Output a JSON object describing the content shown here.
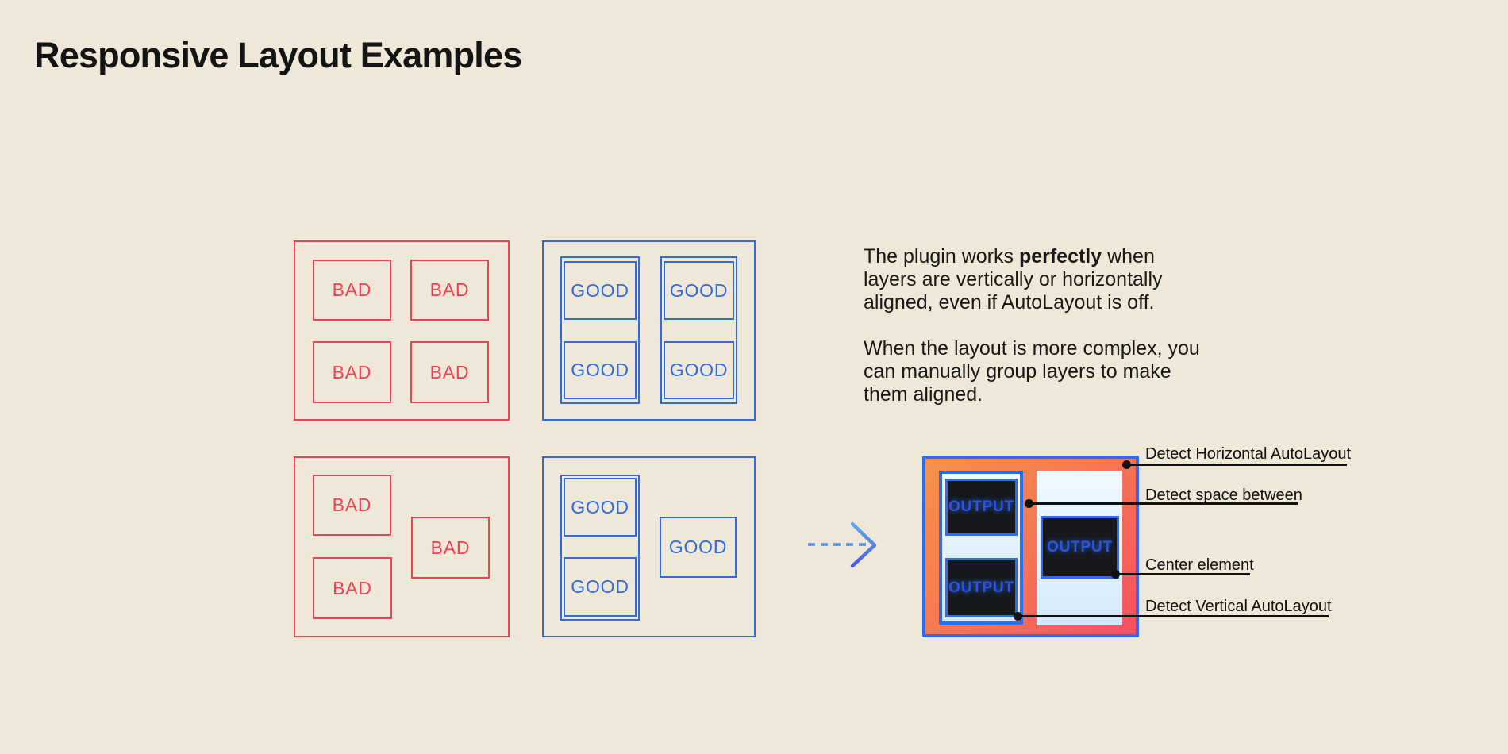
{
  "title": "Responsive Layout Examples",
  "examples": {
    "bad_label": "BAD",
    "good_label": "GOOD"
  },
  "description": {
    "line1_pre": "The plugin works ",
    "line1_bold": "perfectly",
    "line1_post": " when",
    "line2": "layers are vertically or horizontally",
    "line3": "aligned, even if AutoLayout is off.",
    "line4": "When the layout is more complex, you",
    "line5": "can manually group layers to make",
    "line6": "them aligned."
  },
  "output": {
    "box_label": "OUTPUT"
  },
  "annotations": [
    {
      "label": "Detect Horizontal AutoLayout"
    },
    {
      "label": "Detect space between"
    },
    {
      "label": "Center element"
    },
    {
      "label": "Detect Vertical AutoLayout"
    }
  ],
  "colors": {
    "background": "#efe8d8",
    "bad_red": "#ef4156",
    "good_blue": "#2f6bdd",
    "output_border_blue": "#2b6cf0",
    "gradient_orange": "#f6914b",
    "gradient_red": "#fa5062",
    "output_box_dark": "#16181c",
    "annotation_black": "#101010"
  }
}
